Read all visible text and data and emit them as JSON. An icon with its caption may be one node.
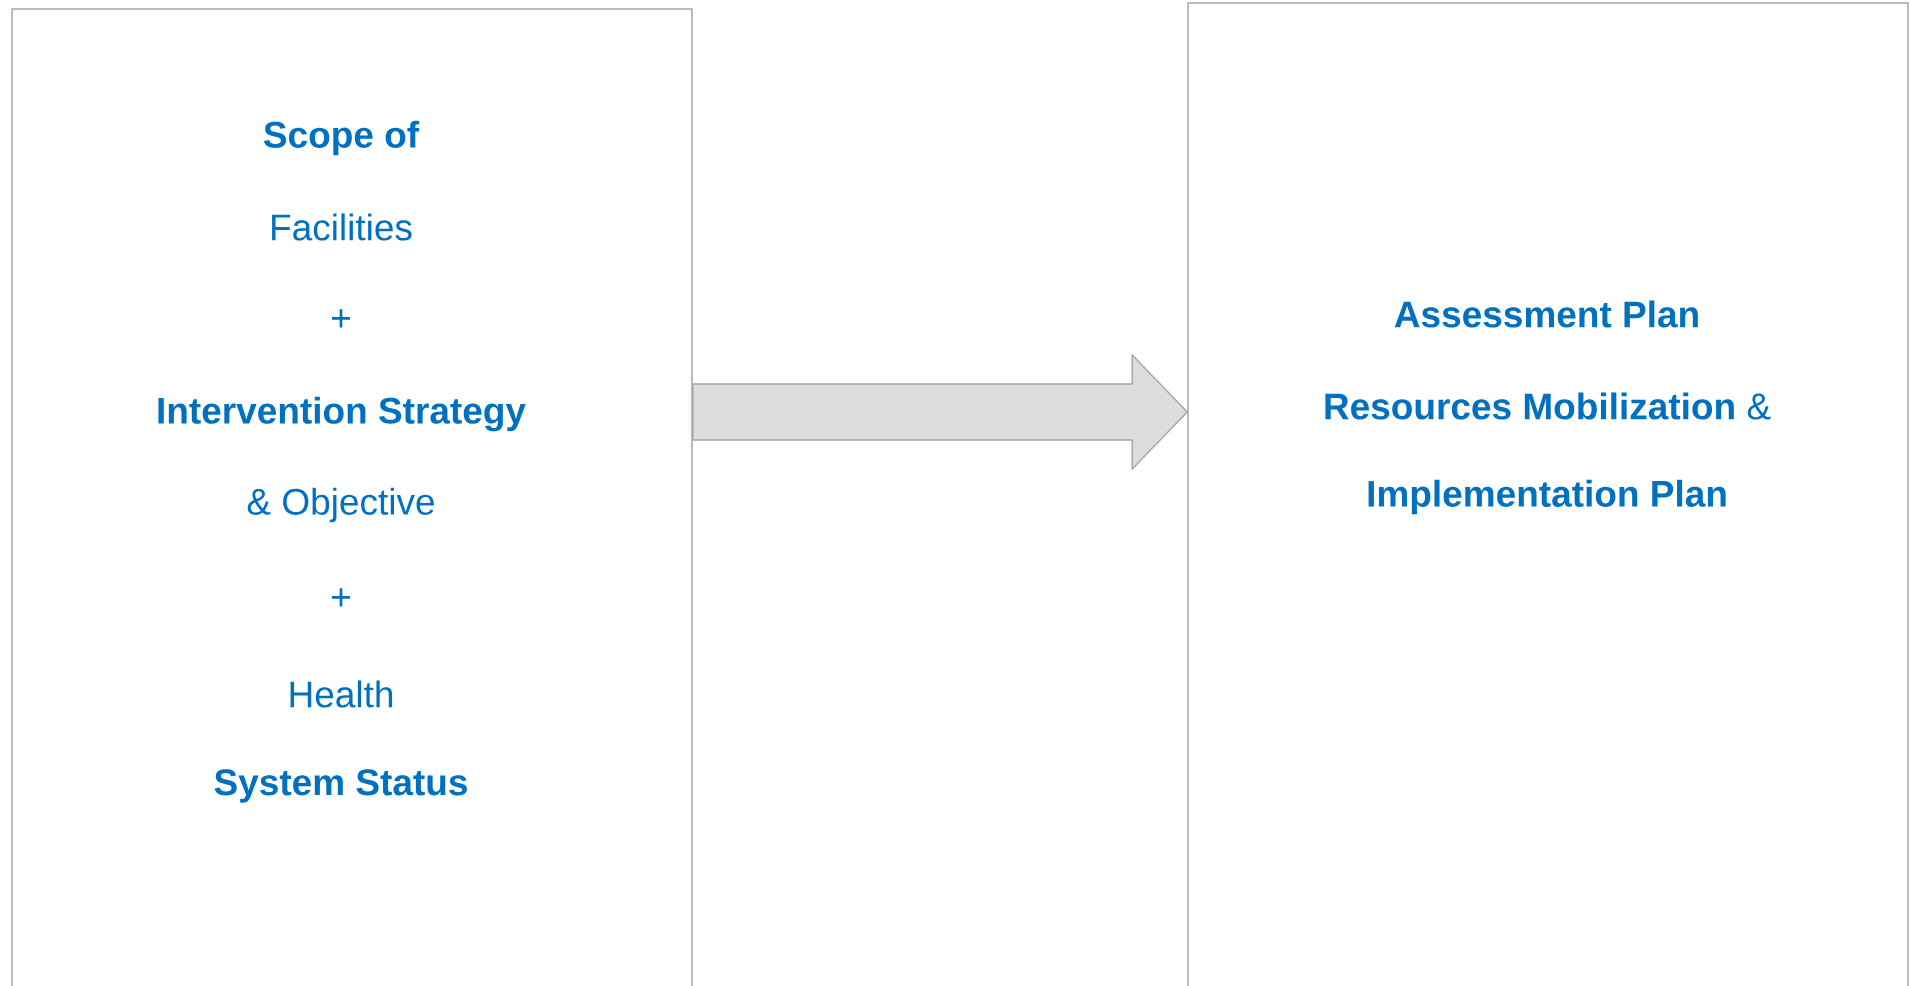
{
  "diagram": {
    "nodes": [
      {
        "text": [
          "Scope of",
          "Facilities",
          "+",
          "Intervention Strategy",
          "& Objective",
          "+",
          "Health",
          "System Status"
        ]
      },
      {
        "text": [
          "Assessment Plan",
          "**Resources Mobilization** &",
          "Implementation Plan"
        ]
      }
    ],
    "edges": [
      {
        "from": 0,
        "to": 1,
        "arrow": "to"
      }
    ]
  }
}
